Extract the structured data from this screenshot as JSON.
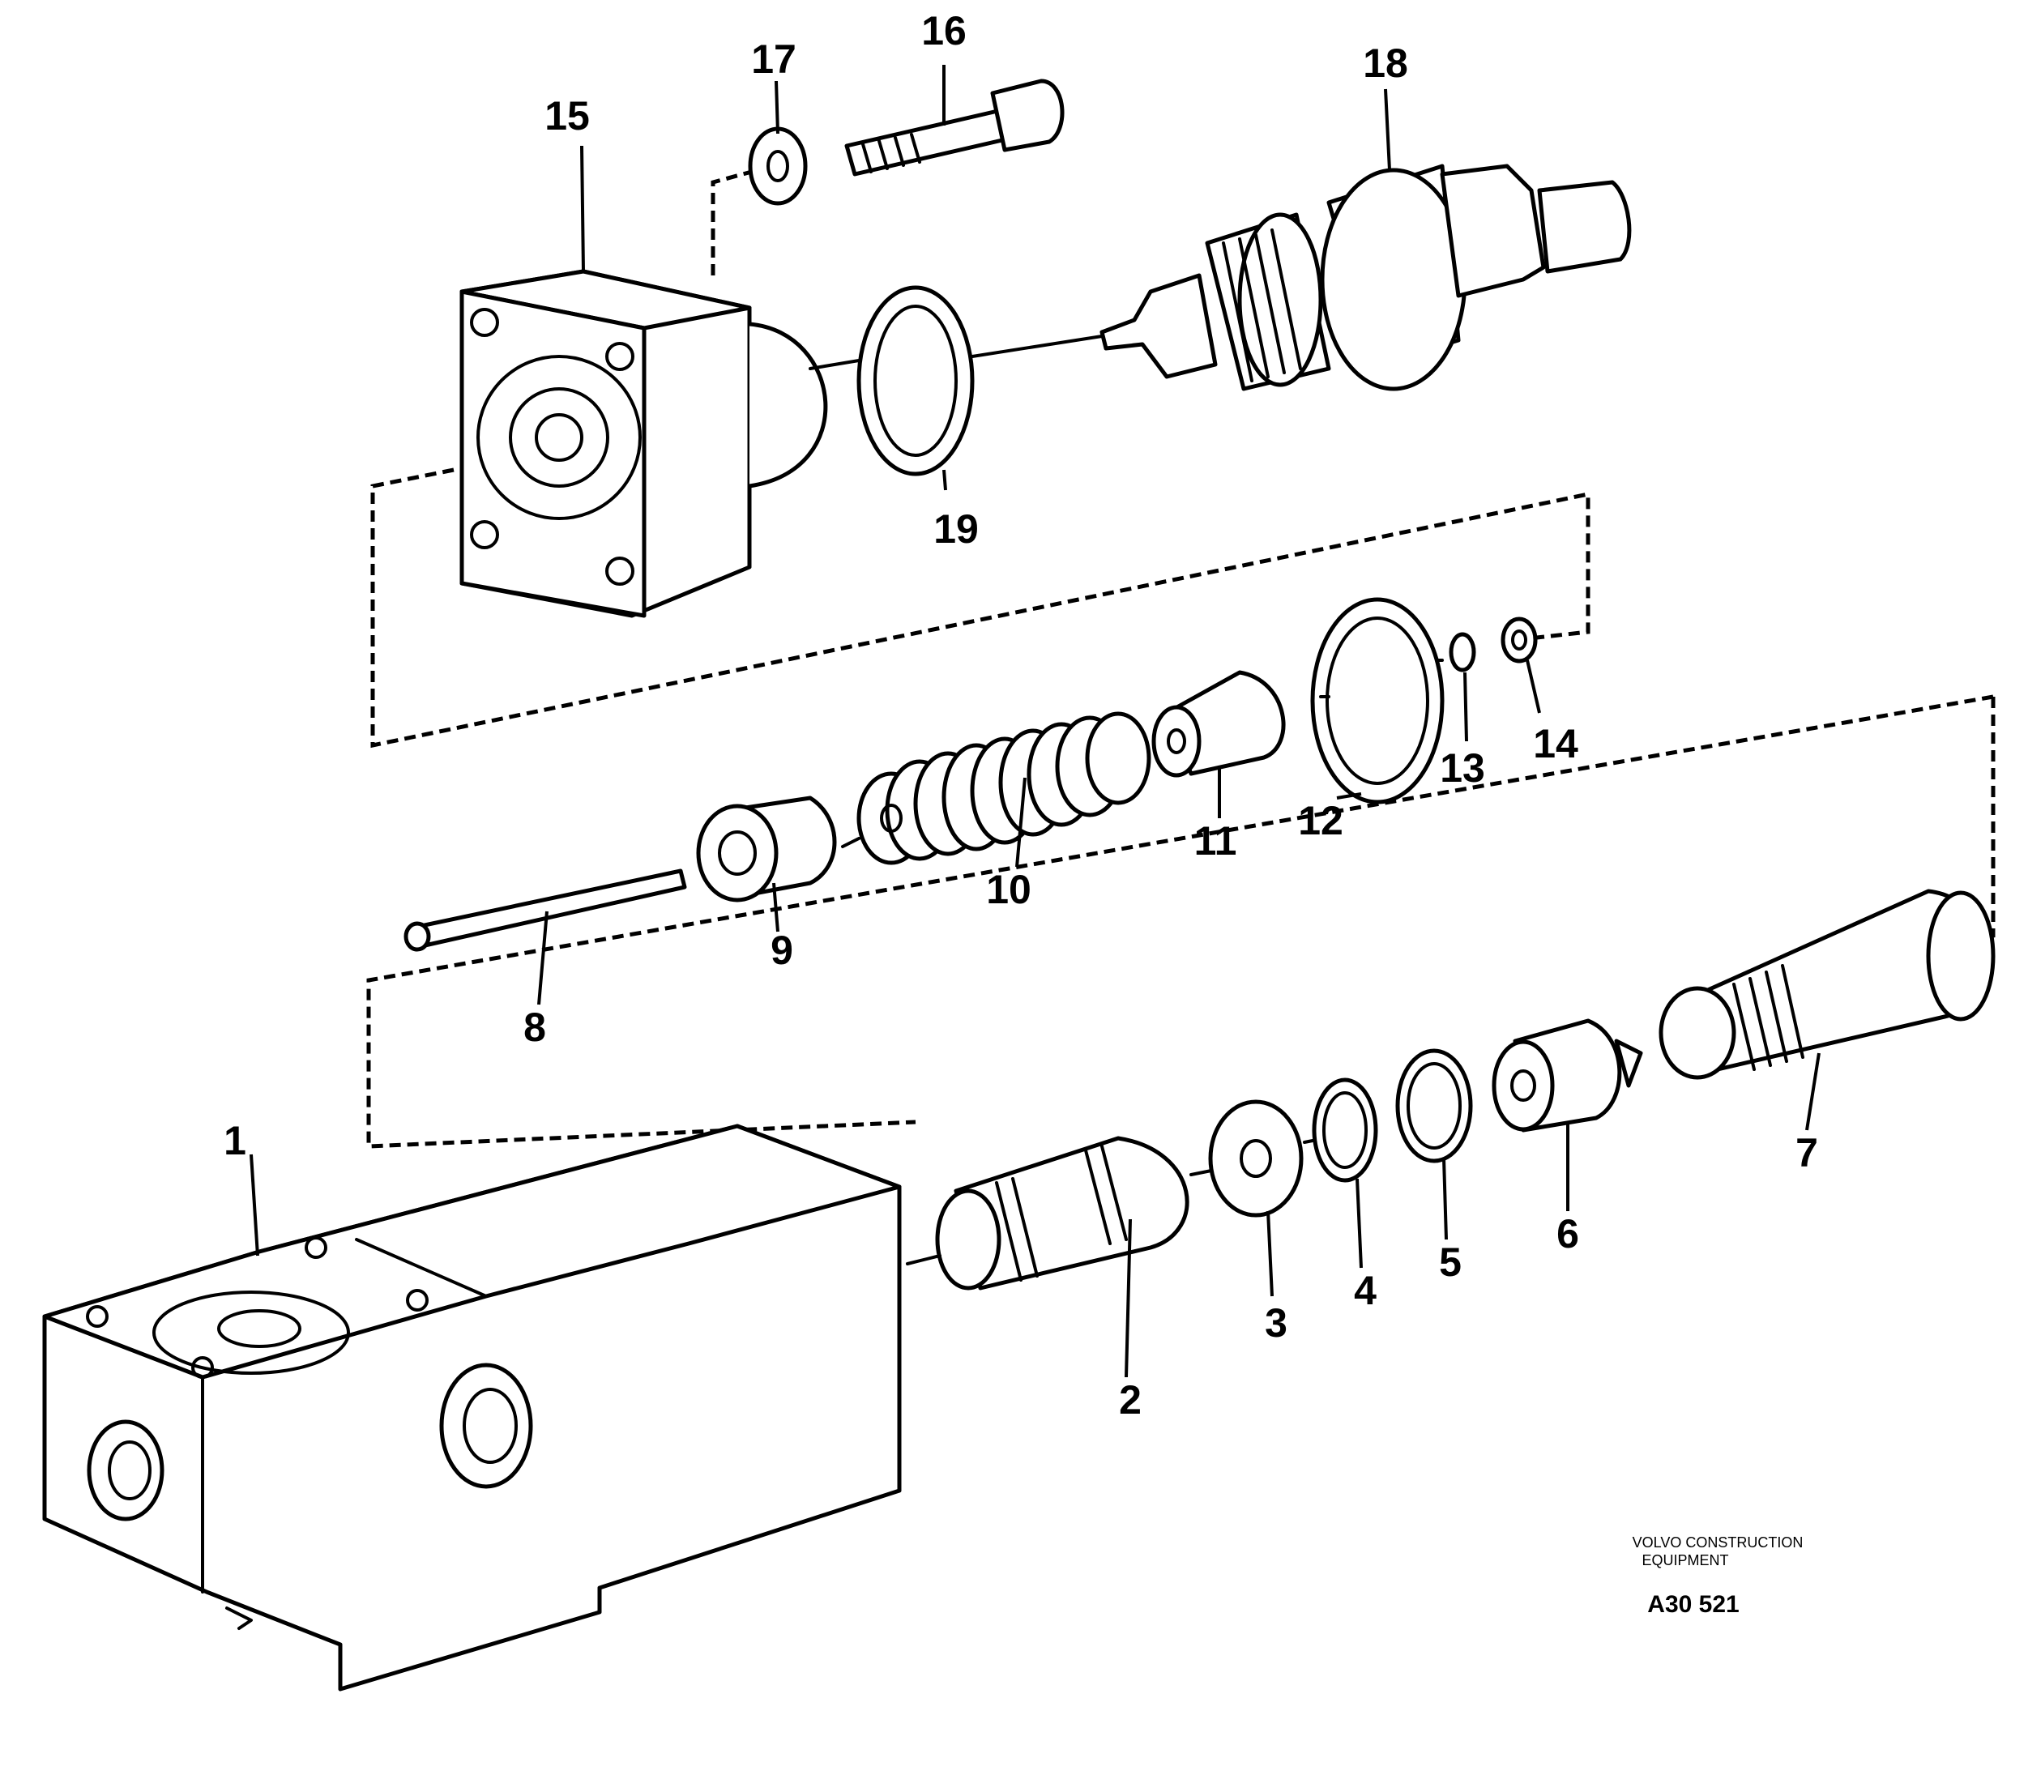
{
  "diagram": {
    "callouts": [
      {
        "id": "1",
        "text": "1"
      },
      {
        "id": "2",
        "text": "2"
      },
      {
        "id": "3",
        "text": "3"
      },
      {
        "id": "4",
        "text": "4"
      },
      {
        "id": "5",
        "text": "5"
      },
      {
        "id": "6",
        "text": "6"
      },
      {
        "id": "7",
        "text": "7"
      },
      {
        "id": "8",
        "text": "8"
      },
      {
        "id": "9",
        "text": "9"
      },
      {
        "id": "10",
        "text": "10"
      },
      {
        "id": "11",
        "text": "11"
      },
      {
        "id": "12",
        "text": "12"
      },
      {
        "id": "13",
        "text": "13"
      },
      {
        "id": "14",
        "text": "14"
      },
      {
        "id": "15",
        "text": "15"
      },
      {
        "id": "16",
        "text": "16"
      },
      {
        "id": "17",
        "text": "17"
      },
      {
        "id": "18",
        "text": "18"
      },
      {
        "id": "19",
        "text": "19"
      }
    ],
    "stamp": {
      "line1": "VOLVO CONSTRUCTION",
      "line2": "EQUIPMENT",
      "code": "A30 521"
    }
  }
}
